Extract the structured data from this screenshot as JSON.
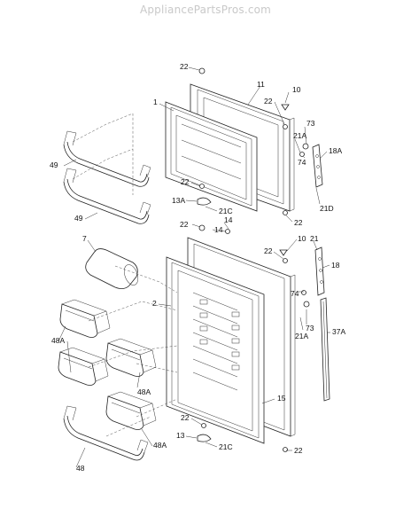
{
  "watermark": "AppliancePartsPros.com",
  "callouts": {
    "c22_a": "22",
    "c11": "11",
    "c10_a": "10",
    "c1": "1",
    "c22_b": "22",
    "c73_a": "73",
    "c21a_a": "21A",
    "c18a": "18A",
    "c74_a": "74",
    "c49_a": "49",
    "c49_b": "49",
    "c22_c": "22",
    "c13a": "13A",
    "c21c_a": "21C",
    "c21d": "21D",
    "c22_d": "22",
    "c22_e": "22",
    "c14_a": "14",
    "c14_b": "14",
    "c7": "7",
    "c10_b": "10",
    "c22_f": "22",
    "c21": "21",
    "c18": "18",
    "c2": "2",
    "c74_b": "74",
    "c73_b": "73",
    "c21a_b": "21A",
    "c37a": "37A",
    "c48a_a": "48A",
    "c48a_b": "48A",
    "c48a_c": "48A",
    "c15": "15",
    "c22_g": "22",
    "c13": "13",
    "c21c_b": "21C",
    "c22_h": "22",
    "c48": "48"
  }
}
